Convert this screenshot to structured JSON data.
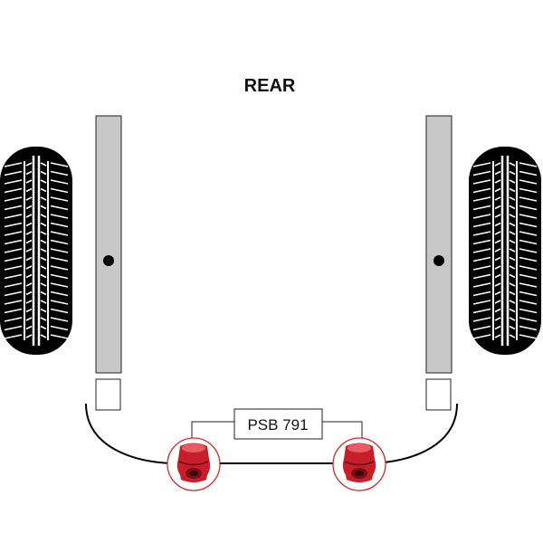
{
  "diagram": {
    "title": "REAR",
    "part_number": "PSB 791",
    "components": {
      "left_tyre": "tyre-icon",
      "right_tyre": "tyre-icon",
      "left_chassis_rail": "chassis-rail",
      "right_chassis_rail": "chassis-rail",
      "anti_roll_bar": "anti-roll-bar",
      "left_bush": "bush-icon",
      "right_bush": "bush-icon"
    },
    "colors": {
      "tyre": "#000000",
      "tread": "#ffffff",
      "rail_fill": "#c8c8c8",
      "rail_outline": "#222222",
      "bush_red": "#c81e2a",
      "bush_dark": "#7a0f17",
      "bush_highlight": "#ea5a62",
      "callout_circle": "#d22a32",
      "bar": "#000000"
    }
  }
}
